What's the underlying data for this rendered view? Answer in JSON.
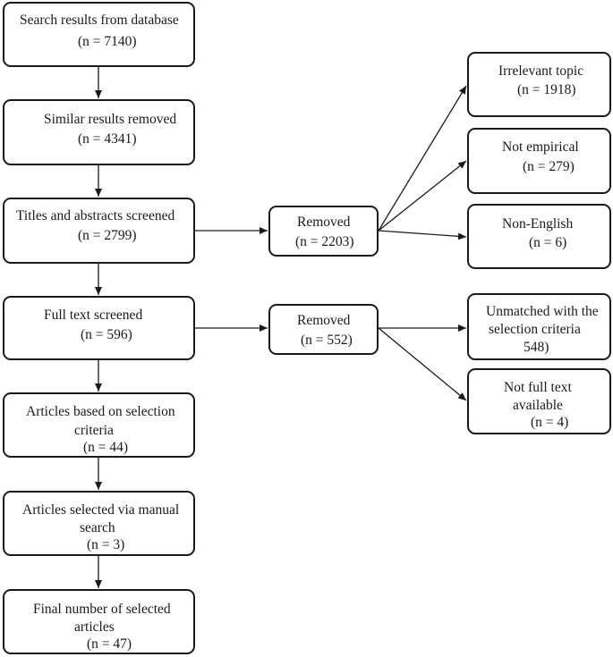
{
  "main_flow": {
    "search": {
      "title": "Search results from database",
      "count": "(n = 7140)"
    },
    "similar": {
      "title": "Similar results removed",
      "count": "(n = 4341)"
    },
    "titles": {
      "title": "Titles and abstracts screened",
      "count": "(n = 2799)"
    },
    "fulltext": {
      "title": "Full text screened",
      "count": "(n = 596)"
    },
    "based": {
      "title_line1": "Articles based on selection",
      "title_line2": "criteria",
      "count": "(n = 44)"
    },
    "manual": {
      "title_line1": "Articles selected via manual",
      "title_line2": "search",
      "count": "(n = 3)"
    },
    "final": {
      "title_line1": "Final number of selected",
      "title_line2": "articles",
      "count": "(n = 47)"
    }
  },
  "removed_1": {
    "title": "Removed",
    "count": "(n = 2203)"
  },
  "removed_2": {
    "title": "Removed",
    "count": "(n = 552)"
  },
  "reasons_1": [
    {
      "title": "Irrelevant topic",
      "count": "(n = 1918)"
    },
    {
      "title": "Not empirical",
      "count": "(n = 279)"
    },
    {
      "title": "Non-English",
      "count": "(n = 6)"
    }
  ],
  "reasons_2": [
    {
      "title_line1": "Unmatched with the",
      "title_line2": "selection criteria",
      "count": "548)"
    },
    {
      "title_line1": "Not full text",
      "title_line2": "available",
      "count": "(n = 4)"
    }
  ]
}
